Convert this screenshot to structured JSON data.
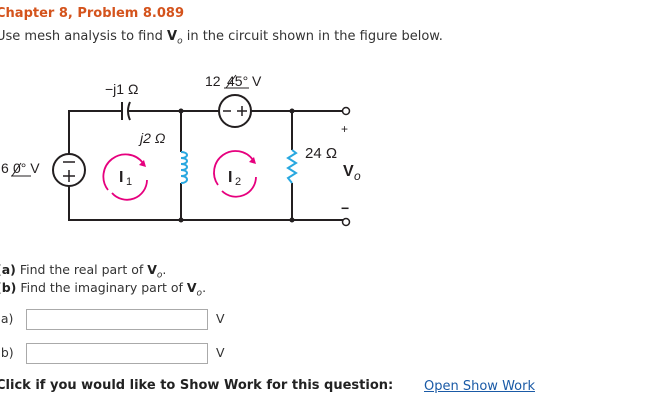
{
  "header": {
    "title": "Chapter 8, Problem 8.089"
  },
  "problem": {
    "instruction_pre": "Use mesh analysis to find ",
    "instruction_var": "V",
    "instruction_sub": "o",
    "instruction_post": " in the circuit shown in the figure below."
  },
  "circuit": {
    "capacitor_label": "−j1 Ω",
    "source_top_label": "12",
    "source_top_angle": "45° V",
    "inductor_label": "j2 Ω",
    "source_left_label": "6",
    "source_left_angle": "0° V",
    "resistor_label": "24 Ω",
    "mesh1_label": "I",
    "mesh1_sub": "1",
    "mesh2_label": "I",
    "mesh2_sub": "2",
    "output_label": "V",
    "output_sub": "o",
    "plus": "+",
    "minus": "−",
    "wire_color": "#231f20",
    "mesh_arrow_color": "#e6007e",
    "component_color": "#29a8e0"
  },
  "questions": [
    {
      "label": "(a)",
      "text": " Find the real part of ",
      "var": "V",
      "sub": "o",
      "end": "."
    },
    {
      "label": "(b)",
      "text": " Find the imaginary part of ",
      "var": "V",
      "sub": "o",
      "end": "."
    }
  ],
  "answers": [
    {
      "label": "(a)",
      "value": "",
      "unit": "V"
    },
    {
      "label": "(b)",
      "value": "",
      "unit": "V"
    }
  ],
  "show_work": {
    "prompt": "Click if you would like to Show Work for this question:",
    "link": "Open Show Work"
  }
}
